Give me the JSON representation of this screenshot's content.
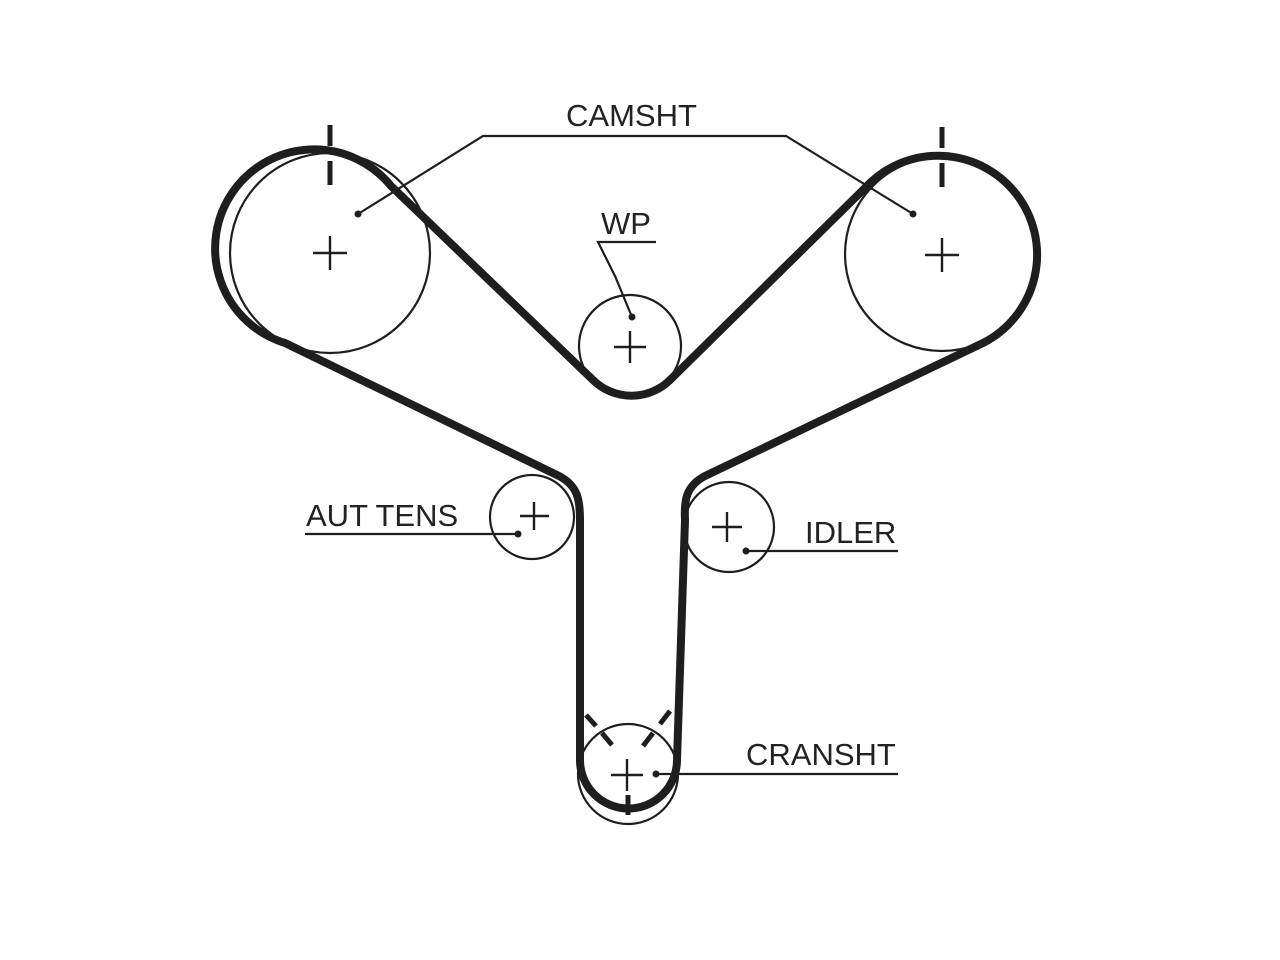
{
  "labels": {
    "camshaft": "CAMSHT",
    "water_pump": "WP",
    "auto_tensioner": "AUT TENS",
    "idler": "IDLER",
    "crankshaft": "CRANSHT"
  },
  "colors": {
    "ink": "#1e1e1e",
    "background": "#ffffff"
  }
}
